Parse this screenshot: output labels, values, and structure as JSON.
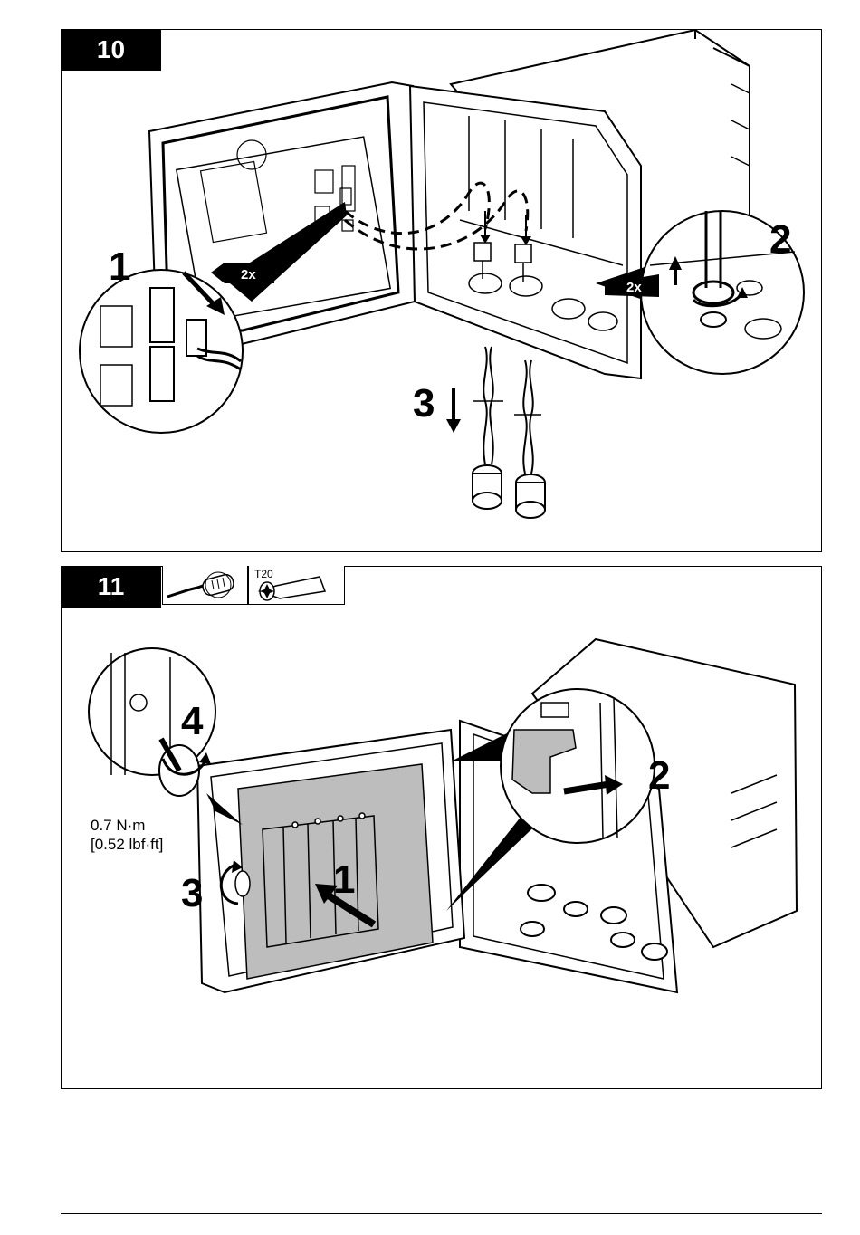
{
  "step10": {
    "number": "10",
    "callouts": [
      "1",
      "2",
      "3"
    ],
    "multiplier_left": "2x",
    "multiplier_right": "2x"
  },
  "step11": {
    "number": "11",
    "bit_label": "T20",
    "callouts": [
      "1",
      "2",
      "3",
      "4"
    ],
    "torque_line1": "0.7 N·m",
    "torque_line2": "[0.52 lbf·ft]"
  },
  "colors": {
    "line": "#000000",
    "highlight": "#bdbdbd",
    "background": "#ffffff"
  }
}
